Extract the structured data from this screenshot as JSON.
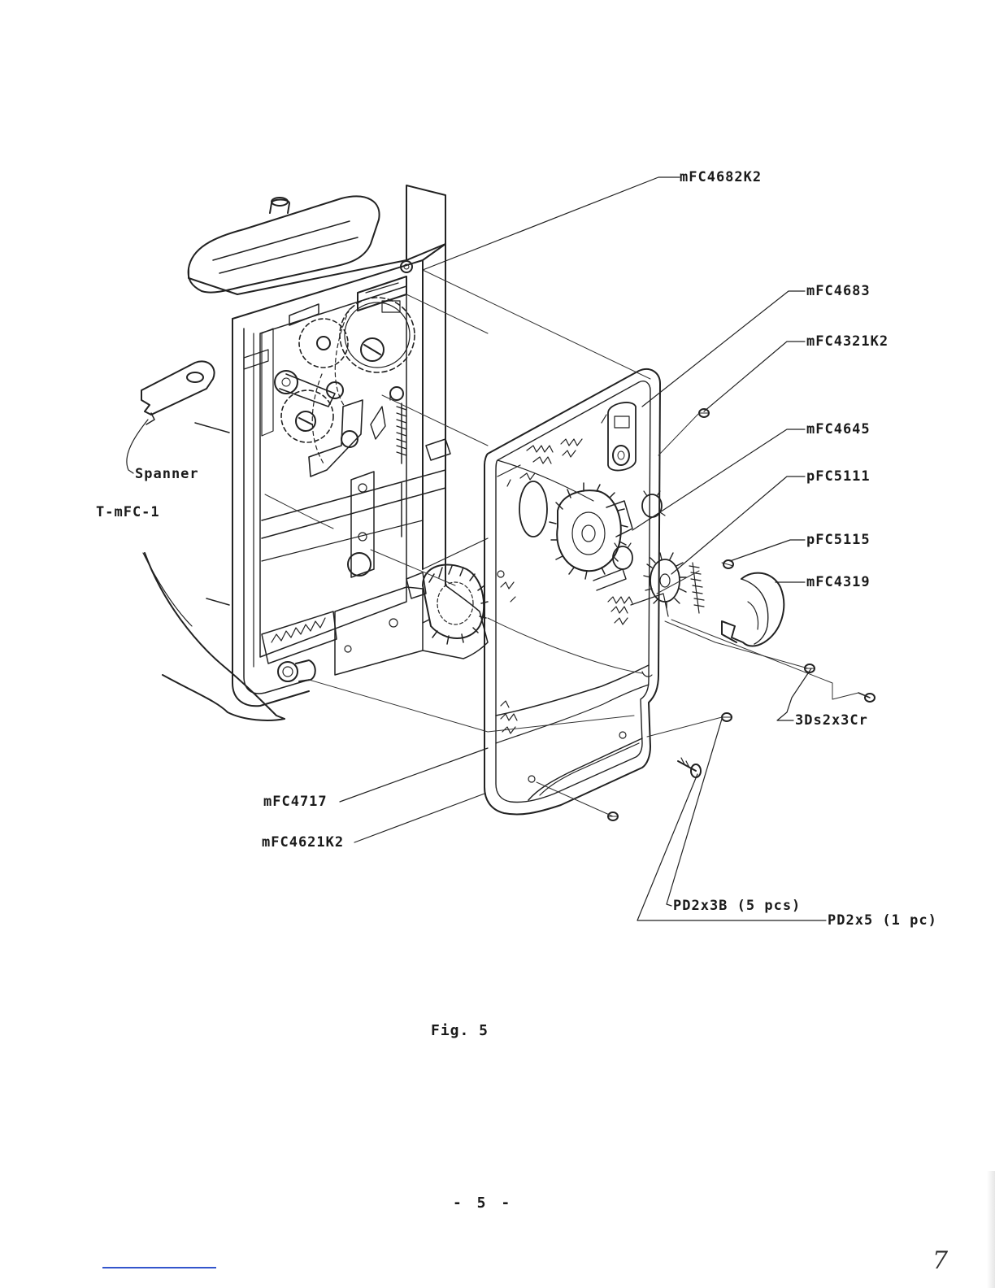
{
  "figure": {
    "caption": "Fig. 5",
    "page_number": "- 5 -",
    "handwritten_mark": "7",
    "parts": {
      "mfc4682k2": "mFC4682K2",
      "mfc4683": "mFC4683",
      "mfc4321k2": "mFC4321K2",
      "mfc4645": "mFC4645",
      "pfc5111": "pFC5111",
      "pfc5115": "pFC5115",
      "mfc4319": "mFC4319",
      "spanner": "Spanner",
      "t_mfc_1": "T-mFC-1",
      "screw_3ds2x3cr": "3Ds2x3Cr",
      "mfc4717": "mFC4717",
      "mfc4621k2": "mFC4621K2",
      "pd2x3b": "PD2x3B (5 pcs)",
      "pd2x5": "PD2x5 (1 pc)"
    }
  }
}
